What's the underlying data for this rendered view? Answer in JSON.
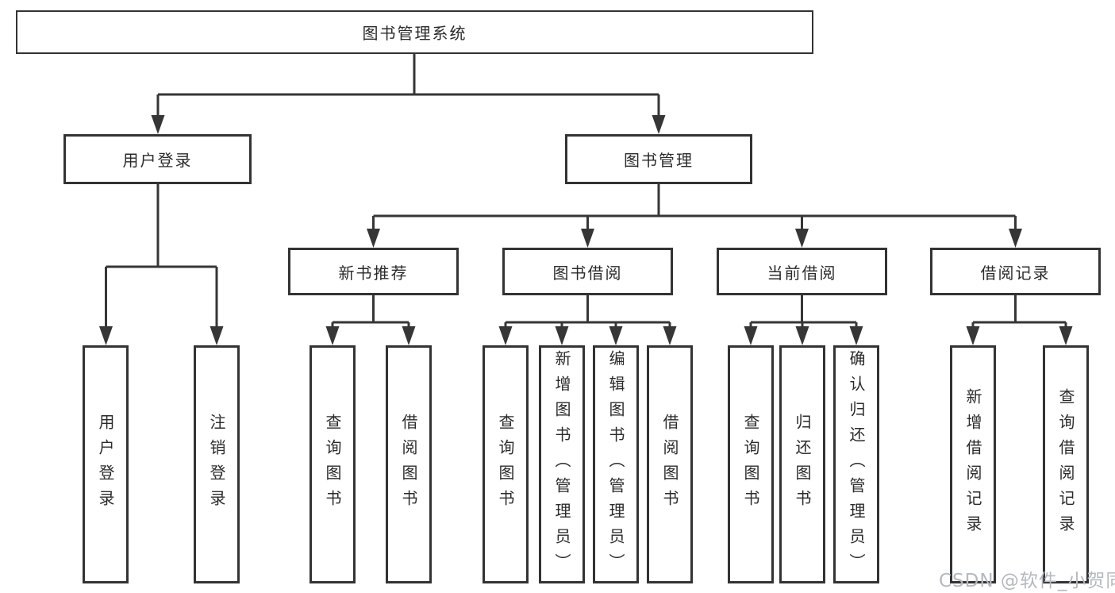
{
  "diagram": {
    "root": "图书管理系统",
    "branches": [
      {
        "label": "用户登录",
        "children": [
          "用户登录",
          "注销登录"
        ]
      },
      {
        "label": "图书管理",
        "sections": [
          {
            "label": "新书推荐",
            "children": [
              "查询图书",
              "借阅图书"
            ]
          },
          {
            "label": "图书借阅",
            "children": [
              "查询图书",
              "新增图书（管理员）",
              "编辑图书（管理员）",
              "借阅图书"
            ]
          },
          {
            "label": "当前借阅",
            "children": [
              "查询图书",
              "归还图书",
              "确认归还（管理员）"
            ]
          },
          {
            "label": "借阅记录",
            "children": [
              "新增借阅记录",
              "查询借阅记录"
            ]
          }
        ]
      }
    ]
  },
  "watermark": "CSDN @软件_小贺同学",
  "colors": {
    "line": "#363636",
    "border": "#333333",
    "text": "#2b2b2b",
    "watermark": "#b5b9bf",
    "background": "#ffffff"
  }
}
